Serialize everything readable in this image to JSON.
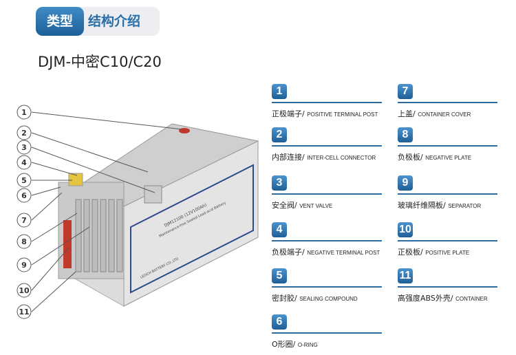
{
  "header": {
    "tab_type": "类型",
    "tab_structure": "结构介绍",
    "title": "DJM-中密C10/C20"
  },
  "callouts": [
    "1",
    "2",
    "3",
    "4",
    "5",
    "6",
    "7",
    "8",
    "9",
    "10",
    "11"
  ],
  "battery_label": {
    "model": "DJM12100 (12V100Ah)",
    "desc": "Maintenance-free Sealed Lead-acid Battery",
    "maker": "LEOCH BATTERY CO.,LTD"
  },
  "legend": [
    {
      "num": "1",
      "cn": "正极端子/",
      "en": "POSITIVE TERMINAL POST"
    },
    {
      "num": "2",
      "cn": "内部连接/",
      "en": "INTER-CELL CONNECTOR"
    },
    {
      "num": "3",
      "cn": "安全阀/",
      "en": "VENT VALVE"
    },
    {
      "num": "4",
      "cn": "负极端子/",
      "en": "NEGATIVE TERMINAL POST"
    },
    {
      "num": "5",
      "cn": "密封胶/",
      "en": "SEALING COMPOUND"
    },
    {
      "num": "6",
      "cn": "O形圈/",
      "en": "O-RING"
    },
    {
      "num": "7",
      "cn": "上盖/",
      "en": "CONTAINER COVER"
    },
    {
      "num": "8",
      "cn": "负极板/",
      "en": "NEGATIVE PLATE"
    },
    {
      "num": "9",
      "cn": "玻璃纤维隔板/",
      "en": "SEPARATOR"
    },
    {
      "num": "10",
      "cn": "正极板/",
      "en": "POSITIVE PLATE"
    },
    {
      "num": "11",
      "cn": "高强度ABS外壳/",
      "en": "CONTAINER"
    }
  ],
  "colors": {
    "accent": "#2d6aa0"
  }
}
